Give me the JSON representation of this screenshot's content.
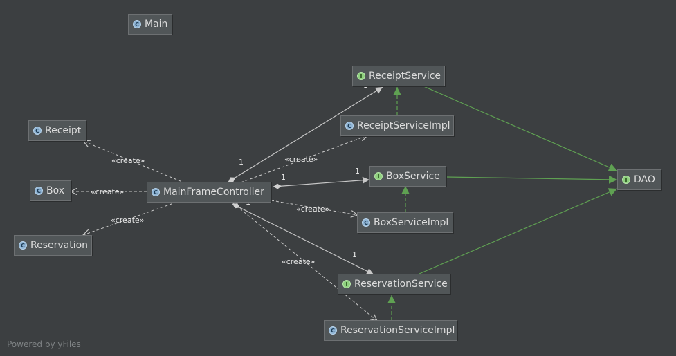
{
  "diagram": {
    "footer": "Powered by yFiles",
    "colors": {
      "background": "#3c3f41",
      "dependency": "#c8c8c8",
      "realization": "#5fa152",
      "class_badge": "#8fb4d4",
      "interface_badge": "#8fd07f"
    },
    "nodes": {
      "main": {
        "label": "Main",
        "kind": "class",
        "badge": "C"
      },
      "receipt": {
        "label": "Receipt",
        "kind": "class",
        "badge": "C"
      },
      "box": {
        "label": "Box",
        "kind": "class",
        "badge": "C"
      },
      "reservation": {
        "label": "Reservation",
        "kind": "class",
        "badge": "C"
      },
      "main_frame_controller": {
        "label": "MainFrameController",
        "kind": "class",
        "badge": "C"
      },
      "receipt_service": {
        "label": "ReceiptService",
        "kind": "interface",
        "badge": "I"
      },
      "receipt_service_impl": {
        "label": "ReceiptServiceImpl",
        "kind": "class",
        "badge": "C"
      },
      "box_service": {
        "label": "BoxService",
        "kind": "interface",
        "badge": "I"
      },
      "box_service_impl": {
        "label": "BoxServiceImpl",
        "kind": "class",
        "badge": "C"
      },
      "reservation_service": {
        "label": "ReservationService",
        "kind": "interface",
        "badge": "I"
      },
      "reservation_service_impl": {
        "label": "ReservationServiceImpl",
        "kind": "class",
        "badge": "C"
      },
      "dao": {
        "label": "DAO",
        "kind": "interface",
        "badge": "I"
      }
    },
    "edge_labels": {
      "create_receipt": "«create»",
      "create_box": "«create»",
      "create_reservation": "«create»",
      "create_receipt_service_impl": "«create»",
      "create_box_service_impl": "«create»",
      "create_reservation_service_impl": "«create»",
      "mult_receipt_src": "1",
      "mult_receipt_tgt": "1",
      "mult_box_src": "1",
      "mult_box_tgt": "1",
      "mult_reservation_src": "1",
      "mult_reservation_tgt": "1"
    }
  }
}
